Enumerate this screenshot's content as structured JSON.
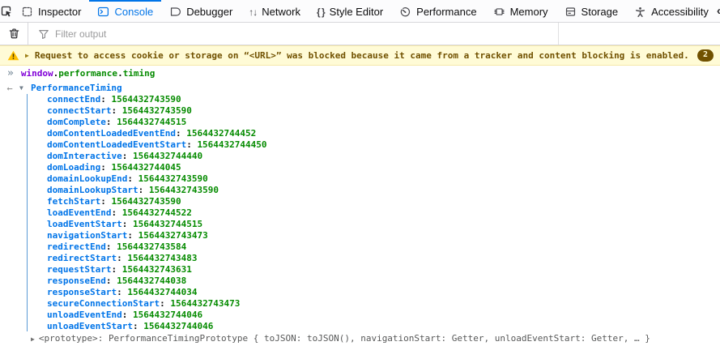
{
  "colors": {
    "accent": "#0074e8",
    "green": "#058b00",
    "purple": "#8000d7",
    "warning_bg": "#fffbd6",
    "warning_text": "#715100",
    "grey_text": "#585959"
  },
  "icons": {
    "net_arrows": "↑↓",
    "braces": "{ }",
    "overflow_chevron": "‹",
    "warning_caret": "▶",
    "reply_arrow": "←",
    "open_twisty": "▼",
    "closed_twisty": "▶",
    "input_prompt": "»"
  },
  "toolbar": {
    "active_tab": "Console",
    "tabs": [
      {
        "label": "Inspector"
      },
      {
        "label": "Console"
      },
      {
        "label": "Debugger"
      },
      {
        "label": "Network"
      },
      {
        "label": "Style Editor"
      },
      {
        "label": "Performance"
      },
      {
        "label": "Memory"
      },
      {
        "label": "Storage"
      },
      {
        "label": "Accessibility"
      }
    ]
  },
  "filter_bar": {
    "placeholder": "Filter output"
  },
  "console": {
    "warning": {
      "message": "Request to access cookie or storage on “<URL>” was blocked because it came from a tracker and content blocking is enabled.",
      "count": "2"
    },
    "input": {
      "expression": "window.performance.timing",
      "tokens": [
        {
          "text": "window",
          "type": "variable"
        },
        {
          "text": ".",
          "type": "plain"
        },
        {
          "text": "performance",
          "type": "property"
        },
        {
          "text": ".",
          "type": "plain"
        },
        {
          "text": "timing",
          "type": "property"
        }
      ]
    },
    "result": {
      "object_name": "PerformanceTiming",
      "properties": [
        {
          "name": "connectEnd",
          "value": "1564432743590"
        },
        {
          "name": "connectStart",
          "value": "1564432743590"
        },
        {
          "name": "domComplete",
          "value": "1564432744515"
        },
        {
          "name": "domContentLoadedEventEnd",
          "value": "1564432744452"
        },
        {
          "name": "domContentLoadedEventStart",
          "value": "1564432744450"
        },
        {
          "name": "domInteractive",
          "value": "1564432744440"
        },
        {
          "name": "domLoading",
          "value": "1564432744045"
        },
        {
          "name": "domainLookupEnd",
          "value": "1564432743590"
        },
        {
          "name": "domainLookupStart",
          "value": "1564432743590"
        },
        {
          "name": "fetchStart",
          "value": "1564432743590"
        },
        {
          "name": "loadEventEnd",
          "value": "1564432744522"
        },
        {
          "name": "loadEventStart",
          "value": "1564432744515"
        },
        {
          "name": "navigationStart",
          "value": "1564432743473"
        },
        {
          "name": "redirectEnd",
          "value": "1564432743584"
        },
        {
          "name": "redirectStart",
          "value": "1564432743483"
        },
        {
          "name": "requestStart",
          "value": "1564432743631"
        },
        {
          "name": "responseEnd",
          "value": "1564432744038"
        },
        {
          "name": "responseStart",
          "value": "1564432744034"
        },
        {
          "name": "secureConnectionStart",
          "value": "1564432743473"
        },
        {
          "name": "unloadEventEnd",
          "value": "1564432744046"
        },
        {
          "name": "unloadEventStart",
          "value": "1564432744046"
        }
      ],
      "prototype": {
        "key": "<prototype>",
        "separator": ": ",
        "value": "PerformanceTimingPrototype { toJSON: toJSON(), navigationStart: Getter, unloadEventStart: Getter, … }"
      }
    }
  }
}
